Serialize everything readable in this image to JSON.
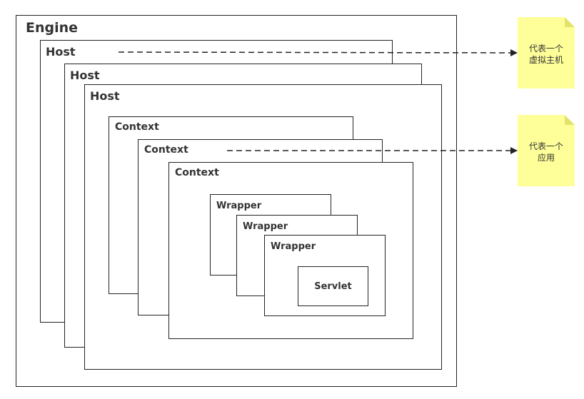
{
  "diagram": {
    "engine_label": "Engine",
    "host_labels": [
      "Host",
      "Host",
      "Host"
    ],
    "context_labels": [
      "Context",
      "Context",
      "Context"
    ],
    "wrapper_labels": [
      "Wrapper",
      "Wrapper",
      "Wrapper"
    ],
    "servlet_label": "Servlet"
  },
  "notes": {
    "host_note": "代表一个\n虚拟主机",
    "context_note": "代表一个\n应用"
  },
  "colors": {
    "note_fill": "#ffff99",
    "border": "#222222",
    "text": "#333333"
  }
}
